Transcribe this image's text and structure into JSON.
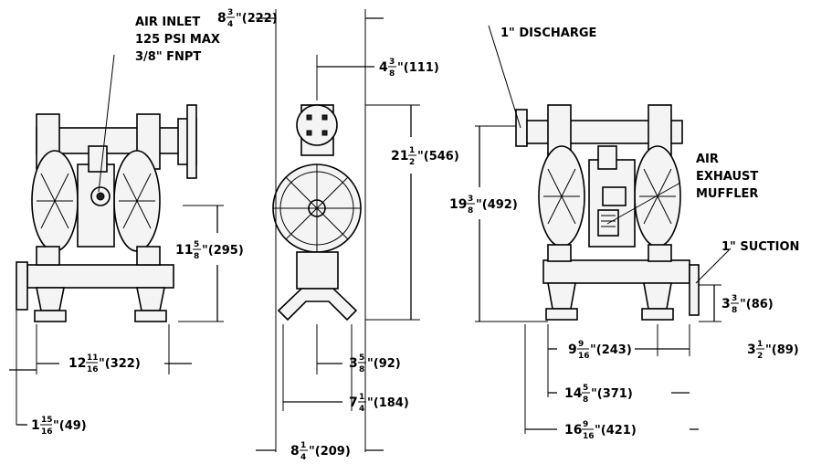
{
  "callouts": {
    "air_inlet": [
      "AIR INLET",
      "125 PSI MAX",
      "3/8\" FNPT"
    ],
    "discharge": "1\" DISCHARGE",
    "air_exhaust": [
      "AIR",
      "EXHAUST",
      "MUFFLER"
    ],
    "suction": "1\" SUCTION"
  },
  "dimensions": {
    "top_width": {
      "whole": "8",
      "num": "3",
      "den": "4",
      "suffix": "\"(222)"
    },
    "center_offset": {
      "whole": "4",
      "num": "3",
      "den": "8",
      "suffix": "\"(111)"
    },
    "side_height": {
      "whole": "21",
      "num": "1",
      "den": "2",
      "suffix": "\"(546)"
    },
    "discharge_height": {
      "whole": "19",
      "num": "3",
      "den": "8",
      "suffix": "\"(492)"
    },
    "inlet_height": {
      "whole": "11",
      "num": "5",
      "den": "8",
      "suffix": "\"(295)"
    },
    "suction_height": {
      "whole": "3",
      "num": "3",
      "den": "8",
      "suffix": "\"(86)"
    },
    "front_width": {
      "whole": "12",
      "num": "11",
      "den": "16",
      "suffix": "\"(322)"
    },
    "flange_offset": {
      "whole": "1",
      "num": "15",
      "den": "16",
      "suffix": "\"(49)"
    },
    "foot_offset": {
      "whole": "3",
      "num": "5",
      "den": "8",
      "suffix": "\"(92)"
    },
    "foot_width": {
      "whole": "7",
      "num": "1",
      "den": "4",
      "suffix": "\"(184)"
    },
    "base_width": {
      "whole": "8",
      "num": "1",
      "den": "4",
      "suffix": "\"(209)"
    },
    "mount_spacing": {
      "whole": "9",
      "num": "9",
      "den": "16",
      "suffix": "\"(243)"
    },
    "suction_offset": {
      "whole": "3",
      "num": "1",
      "den": "2",
      "suffix": "\"(89)"
    },
    "mount_overall": {
      "whole": "14",
      "num": "5",
      "den": "8",
      "suffix": "\"(371)"
    },
    "overall_width": {
      "whole": "16",
      "num": "9",
      "den": "16",
      "suffix": "\"(421)"
    }
  }
}
